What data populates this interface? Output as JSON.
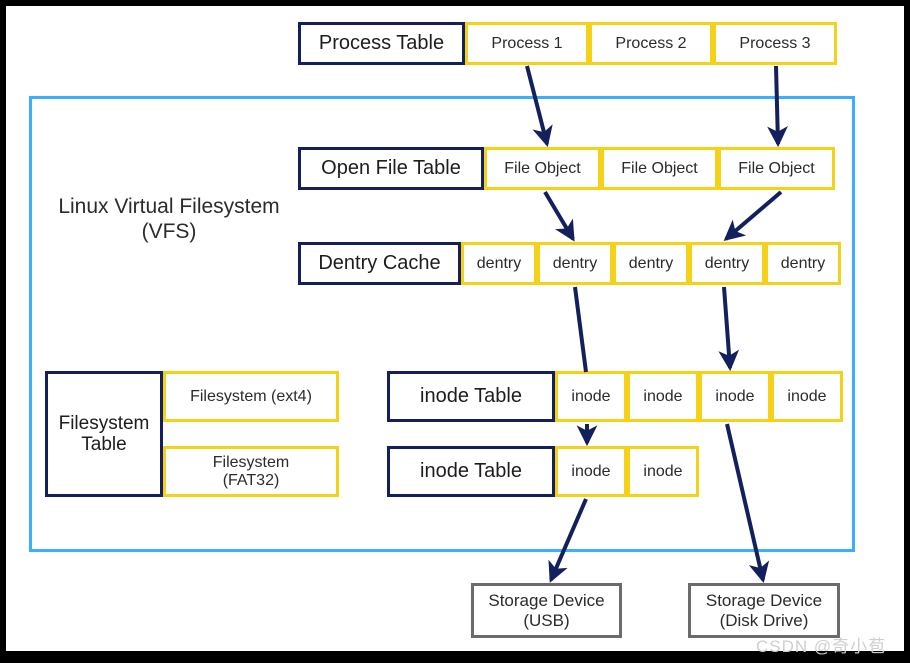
{
  "diagram": {
    "title": "Linux Virtual Filesystem (VFS) architecture",
    "colors": {
      "navy": "#12205e",
      "yellow": "#f5d118",
      "gray": "#6b6b6b",
      "container_blue": "#3bafff",
      "background": "#ffffff",
      "page_border": "#000000",
      "text": "#2b2b2b",
      "watermark": "#cfcfcf"
    },
    "container": {
      "label": "Linux Virtual Filesystem\n(VFS)"
    },
    "rows": {
      "process_table": {
        "header": "Process Table",
        "cells": [
          "Process 1",
          "Process 2",
          "Process 3"
        ]
      },
      "open_file_table": {
        "header": "Open File Table",
        "cells": [
          "File Object",
          "File Object",
          "File Object"
        ]
      },
      "dentry_cache": {
        "header": "Dentry Cache",
        "cells": [
          "dentry",
          "dentry",
          "dentry",
          "dentry",
          "dentry"
        ]
      },
      "inode_table_ext4": {
        "header": "inode Table",
        "cells": [
          "inode",
          "inode",
          "inode",
          "inode"
        ]
      },
      "inode_table_fat32": {
        "header": "inode Table",
        "cells": [
          "inode",
          "inode"
        ]
      }
    },
    "filesystem_table": {
      "header": "Filesystem\nTable",
      "entries": [
        "Filesystem (ext4)",
        "Filesystem\n(FAT32)"
      ]
    },
    "storage_devices": [
      "Storage Device\n(USB)",
      "Storage Device\n(Disk Drive)"
    ],
    "watermark": "CSDN @奇小苞"
  }
}
